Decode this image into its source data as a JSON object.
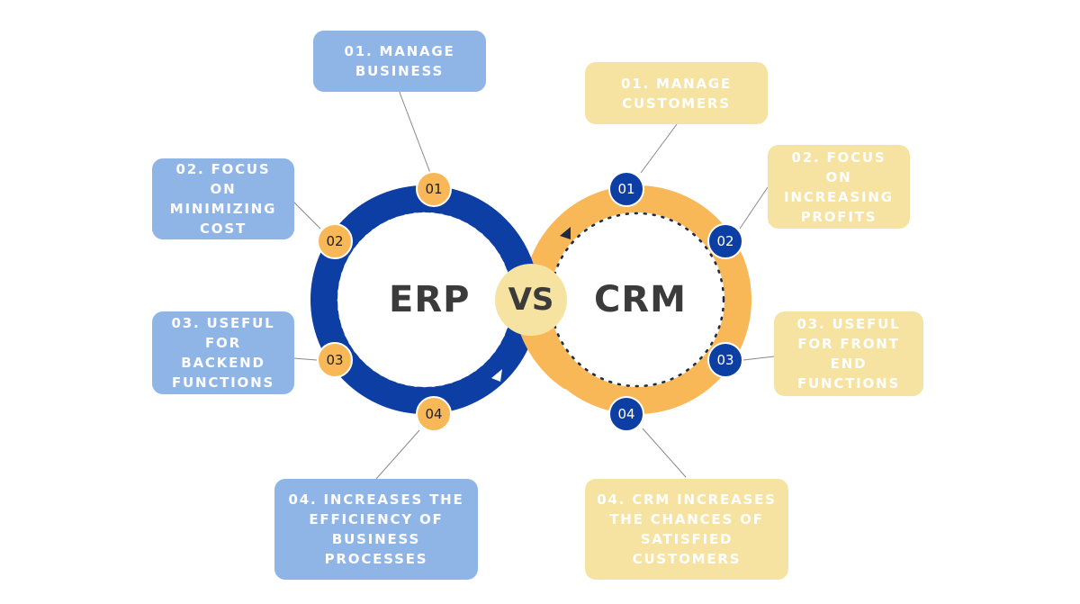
{
  "center": {
    "left_label": "ERP",
    "vs_label": "VS",
    "right_label": "CRM"
  },
  "erp": {
    "items": [
      {
        "num": "01",
        "text": "01. MANAGE\nBUSINESS"
      },
      {
        "num": "02",
        "text": "02. FOCUS ON\nMINIMIZING\nCOST"
      },
      {
        "num": "03",
        "text": "03. USEFUL\nFOR BACKEND\nFUNCTIONS"
      },
      {
        "num": "04",
        "text": "04. INCREASES THE\nEFFICIENCY OF\nBUSINESS\nPROCESSES"
      }
    ]
  },
  "crm": {
    "items": [
      {
        "num": "01",
        "text": "01. MANAGE\nCUSTOMERS"
      },
      {
        "num": "02",
        "text": "02. FOCUS ON\nINCREASING\nPROFITS"
      },
      {
        "num": "03",
        "text": "03. USEFUL\nFOR FRONT END\nFUNCTIONS"
      },
      {
        "num": "04",
        "text": "04. CRM INCREASES\nTHE CHANCES OF\nSATISFIED\nCUSTOMERS"
      }
    ]
  },
  "colors": {
    "erp_ring": "#0c3ea3",
    "crm_ring": "#f9b857",
    "erp_box": "#8fb4e6",
    "crm_box": "#f6e3a2"
  }
}
